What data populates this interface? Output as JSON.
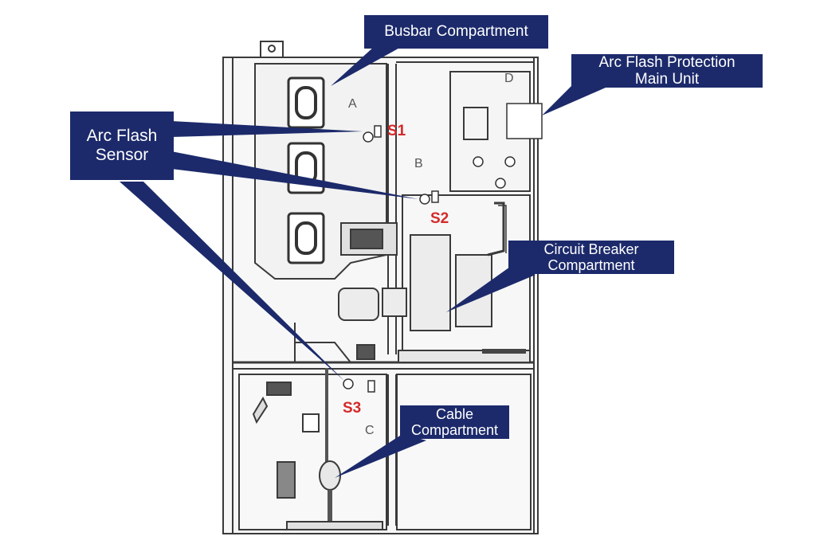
{
  "labels": {
    "busbar_compartment": "Busbar Compartment",
    "arc_flash_protection_main_unit": [
      "Arc Flash Protection",
      "Main Unit"
    ],
    "arc_flash_sensor": [
      "Arc Flash",
      "Sensor"
    ],
    "circuit_breaker_compartment": [
      "Circuit Breaker",
      "Compartment"
    ],
    "cable_compartment": [
      "Cable",
      "Compartment"
    ]
  },
  "sensor_tags": {
    "s1": "S1",
    "s2": "S2",
    "s3": "S3"
  },
  "zone_letters": {
    "a": "A",
    "b": "B",
    "c": "C",
    "d": "D"
  },
  "colors": {
    "callout_fill": "#1c2a6b",
    "sensor_tag": "#d42a2a",
    "line_art": "#3a3a3a",
    "panel_fill": "#f4f4f4"
  }
}
